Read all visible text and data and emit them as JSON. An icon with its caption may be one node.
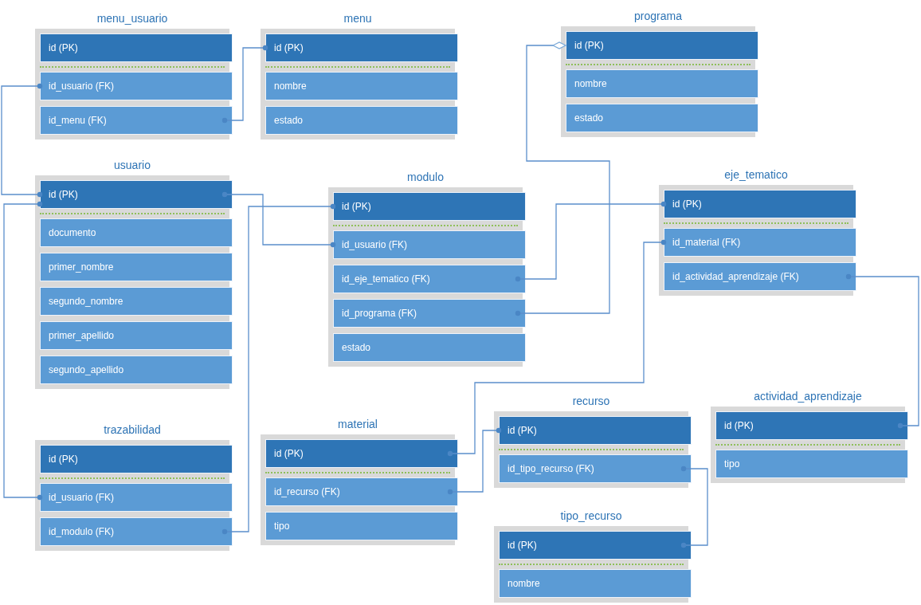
{
  "diagram": {
    "nodes": [
      {
        "text": [
          "menu_usuario"
        ]
      },
      {
        "text": [
          "id (PK)"
        ],
        "in": 0
      },
      {
        "text": [
          "id_usuario (FK)"
        ],
        "in": 0
      },
      {
        "text": [
          "id_menu (FK)"
        ],
        "in": 0
      },
      {
        "text": [
          "menu"
        ]
      },
      {
        "text": [
          "id (PK)"
        ],
        "in": 4
      },
      {
        "text": [
          "nombre"
        ],
        "in": 4
      },
      {
        "text": [
          "estado"
        ],
        "in": 4
      },
      {
        "text": [
          "programa"
        ]
      },
      {
        "text": [
          "id (PK)"
        ],
        "in": 8
      },
      {
        "text": [
          "nombre"
        ],
        "in": 8
      },
      {
        "text": [
          "estado"
        ],
        "in": 8
      },
      {
        "text": [
          "usuario"
        ]
      },
      {
        "text": [
          "id (PK)"
        ],
        "in": 12
      },
      {
        "text": [
          "documento"
        ],
        "in": 12
      },
      {
        "text": [
          "primer_nombre"
        ],
        "in": 12
      },
      {
        "text": [
          "segundo_nombre"
        ],
        "in": 12
      },
      {
        "text": [
          "primer_apellido"
        ],
        "in": 12
      },
      {
        "text": [
          "segundo_apellido"
        ],
        "in": 12
      },
      {
        "text": [
          "modulo"
        ]
      },
      {
        "text": [
          "id (PK)"
        ],
        "in": 19
      },
      {
        "text": [
          "id_usuario (FK)"
        ],
        "in": 19
      },
      {
        "text": [
          "id_eje_tematico (FK)"
        ],
        "in": 19
      },
      {
        "text": [
          "id_programa (FK)"
        ],
        "in": 19
      },
      {
        "text": [
          "estado"
        ],
        "in": 19
      },
      {
        "text": [
          "eje_tematico"
        ]
      },
      {
        "text": [
          "id (PK)"
        ],
        "in": 25
      },
      {
        "text": [
          "id_material (FK)"
        ],
        "in": 25
      },
      {
        "text": [
          "id_actividad_aprendizaje (FK)"
        ],
        "in": 25
      },
      {
        "text": [
          "trazabilidad"
        ]
      },
      {
        "text": [
          "id (PK)"
        ],
        "in": 29
      },
      {
        "text": [
          "id_usuario (FK)"
        ],
        "in": 29
      },
      {
        "text": [
          "id_modulo (FK)"
        ],
        "in": 29
      },
      {
        "text": [
          "material"
        ]
      },
      {
        "text": [
          "id (PK)"
        ],
        "in": 33
      },
      {
        "text": [
          "id_recurso (FK)"
        ],
        "in": 33
      },
      {
        "text": [
          "tipo"
        ],
        "in": 33
      },
      {
        "text": [
          "recurso"
        ]
      },
      {
        "text": [
          "id (PK)"
        ],
        "in": 37
      },
      {
        "text": [
          "id_tipo_recurso (FK)"
        ],
        "in": 37
      },
      {
        "text": [
          "tipo_recurso"
        ]
      },
      {
        "text": [
          "id (PK)"
        ],
        "in": 40
      },
      {
        "text": [
          "nombre"
        ],
        "in": 40
      },
      {
        "text": [
          "actividad_aprendizaje"
        ]
      },
      {
        "text": [
          "id (PK)"
        ],
        "in": 43
      },
      {
        "text": [
          "tipo"
        ],
        "in": 43
      }
    ],
    "edges": [
      {
        "from": 2,
        "to": 13,
        "arrow": "other"
      },
      {
        "from": 3,
        "to": 5,
        "arrow": "other"
      },
      {
        "from": 21,
        "to": 13,
        "arrow": "other"
      },
      {
        "from": 22,
        "to": 26,
        "arrow": "other"
      },
      {
        "from": 23,
        "to": 9,
        "arrow": "other"
      },
      {
        "from": 31,
        "to": 13,
        "arrow": "other"
      },
      {
        "from": 32,
        "to": 20,
        "arrow": "other"
      },
      {
        "from": 27,
        "to": 34,
        "arrow": "other"
      },
      {
        "from": 35,
        "to": 38,
        "arrow": "other"
      },
      {
        "from": 39,
        "to": 41,
        "arrow": "other"
      },
      {
        "from": 28,
        "to": 44,
        "arrow": "other"
      }
    ]
  }
}
